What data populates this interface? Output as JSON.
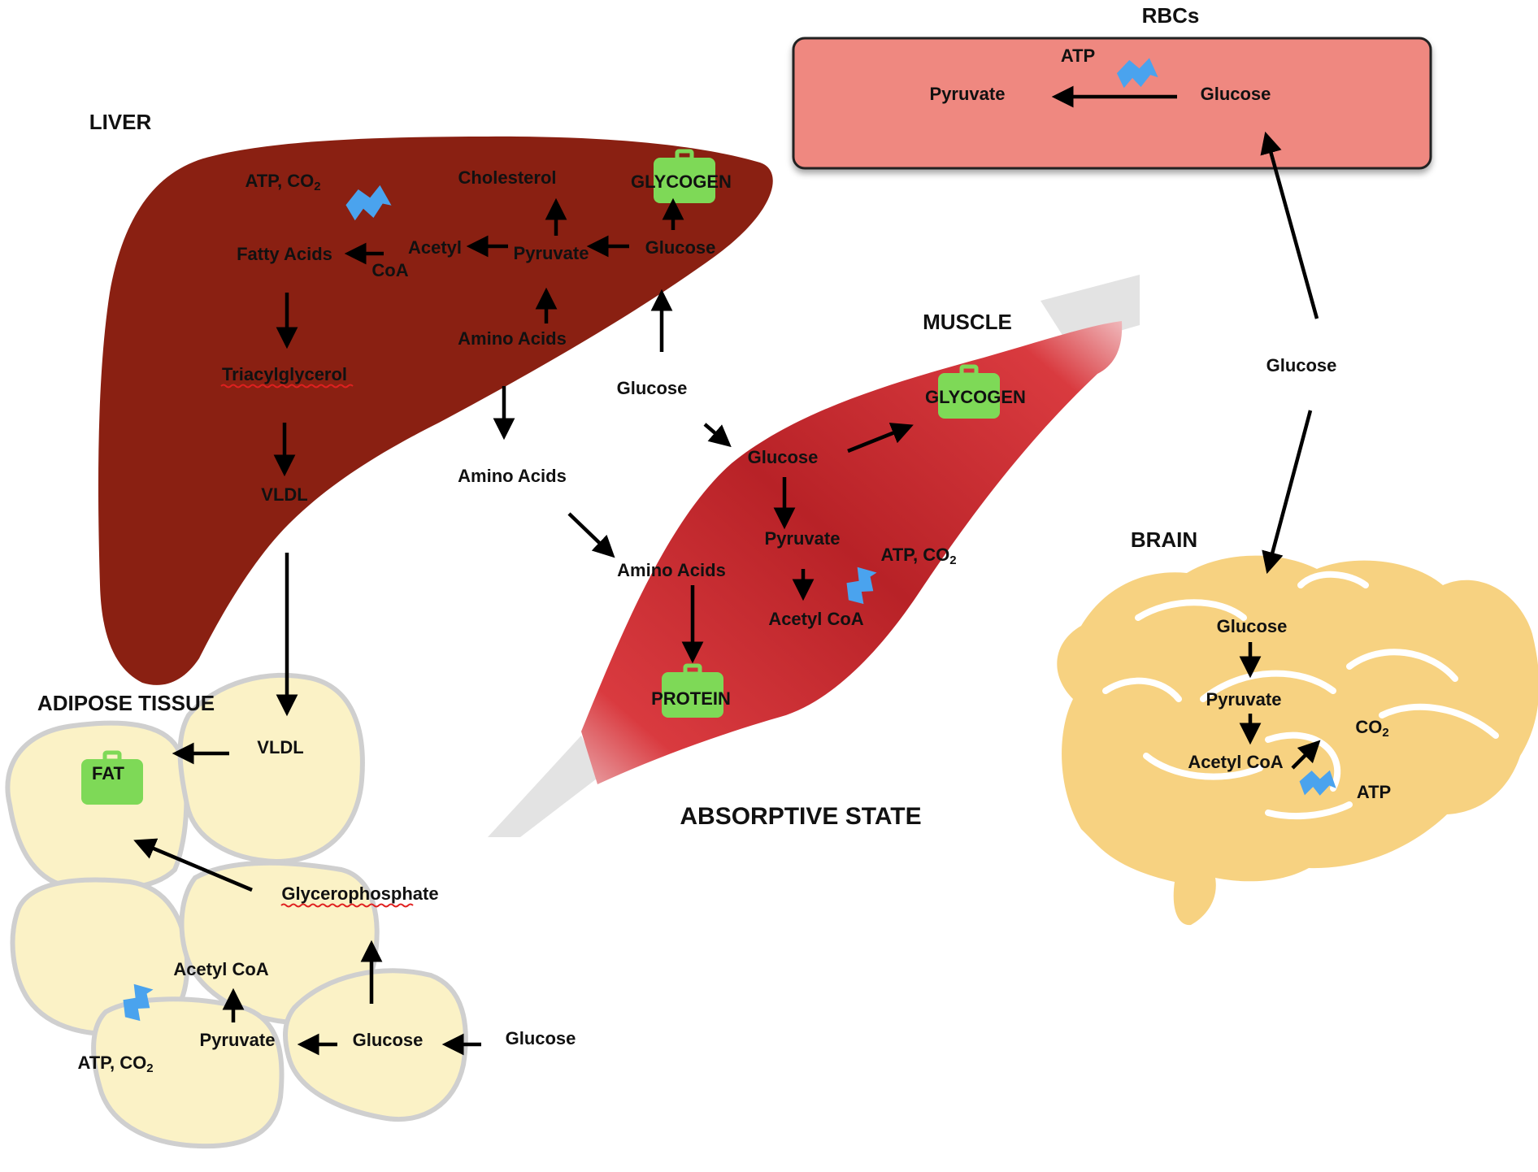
{
  "colors": {
    "liver": "#8a2012",
    "muscle": "#c0272d",
    "rbc": "#ef8880",
    "adipose_fill": "#fbf2c6",
    "adipose_outline": "#cfcfcf",
    "brain": "#f7d281",
    "storage_box": "#7ed957",
    "energy_bolt": "#4aa3ee",
    "arrow": "#000000",
    "spellcheck_underline": "#e02020"
  },
  "title": "ABSORPTIVE STATE",
  "icons": {
    "storage": "briefcase-icon",
    "energy": "lightning-bolt-icon"
  },
  "liver": {
    "title": "LIVER",
    "atp_co2": "ATP, CO",
    "atp_co2_sub": "2",
    "cholesterol": "Cholesterol",
    "glycogen": "GLYCOGEN",
    "fatty_acids": "Fatty Acids",
    "acetyl": "Acetyl",
    "coa": "CoA",
    "pyruvate": "Pyruvate",
    "glucose": "Glucose",
    "amino_acids": "Amino Acids",
    "triacylglycerol": "Triacylglycerol",
    "vldl": "VLDL"
  },
  "blood": {
    "glucose": "Glucose",
    "amino_acids": "Amino Acids",
    "glucose_right": "Glucose",
    "glucose_adipose": "Glucose"
  },
  "rbcs": {
    "title": "RBCs",
    "atp": "ATP",
    "pyruvate": "Pyruvate",
    "glucose": "Glucose"
  },
  "muscle": {
    "title": "MUSCLE",
    "glycogen": "GLYCOGEN",
    "glucose": "Glucose",
    "pyruvate": "Pyruvate",
    "atp_co2": "ATP, CO",
    "atp_co2_sub": "2",
    "acetyl_coa": "Acetyl CoA",
    "amino_acids": "Amino Acids",
    "protein": "PROTEIN"
  },
  "brain": {
    "title": "BRAIN",
    "glucose": "Glucose",
    "pyruvate": "Pyruvate",
    "co2": "CO",
    "co2_sub": "2",
    "acetyl_coa": "Acetyl CoA",
    "atp": "ATP"
  },
  "adipose": {
    "title": "ADIPOSE TISSUE",
    "fat": "FAT",
    "vldl": "VLDL",
    "glycerophosphate": "Glycerophosphate",
    "acetyl_coa": "Acetyl CoA",
    "pyruvate": "Pyruvate",
    "glucose": "Glucose",
    "atp_co2": "ATP, CO",
    "atp_co2_sub": "2"
  }
}
